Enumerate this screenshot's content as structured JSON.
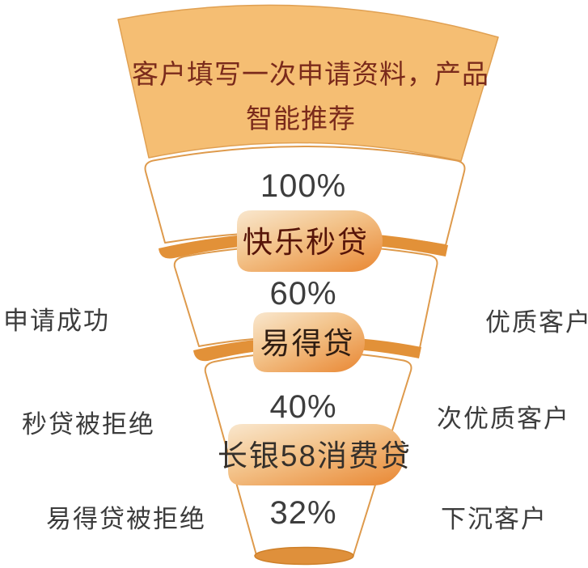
{
  "diagram": {
    "type": "funnel",
    "header": {
      "line1": "客户填写一次申请资料，产品",
      "line2": "智能推荐"
    },
    "stages": [
      {
        "percent": "100%",
        "product": "快乐秒贷"
      },
      {
        "percent": "60%",
        "product": "易得贷"
      },
      {
        "percent": "40%",
        "product": "长银58消费贷"
      },
      {
        "percent": "32%",
        "product": ""
      }
    ],
    "left_labels": [
      {
        "text": "申请成功"
      },
      {
        "text": "秒贷被拒绝"
      },
      {
        "text": "易得贷被拒绝"
      }
    ],
    "right_labels": [
      {
        "text": "优质客户"
      },
      {
        "text": "次优质客户"
      },
      {
        "text": "下沉客户"
      }
    ],
    "colors": {
      "top_band_fill": "#F5BE73",
      "funnel_outline": "#DE9A4C",
      "rim_fill": "#E29138",
      "bottom_ellipse_fill": "#DF903B",
      "pill_gradient_start": "#F9E7CE",
      "pill_gradient_end": "#EA8E3D",
      "header_text": "#7A2A1B",
      "percent_text": "#3D3D3D",
      "side_label_text": "#3C3C3C",
      "pill1_text": "#571509",
      "pill2_text": "#2F1D12",
      "pill3_text": "#35302B"
    }
  }
}
